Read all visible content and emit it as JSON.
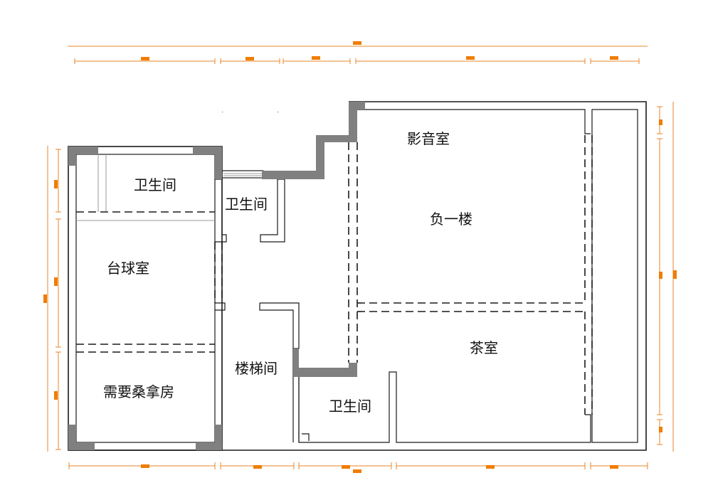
{
  "rooms": {
    "bathroom_left": "卫生间",
    "bathroom_middle": "卫生间",
    "billiard_room": "台球室",
    "sauna_room": "需要桑拿房",
    "stairwell": "楼梯间",
    "bathroom_bottom": "卫生间",
    "av_room": "影音室",
    "basement_floor": "负一楼",
    "tea_room": "茶室"
  },
  "colors": {
    "wall": "#1a1a1a",
    "column_fill": "#808080",
    "dimension_line": "#e8862a",
    "dimension_marker": "#f07d00"
  }
}
